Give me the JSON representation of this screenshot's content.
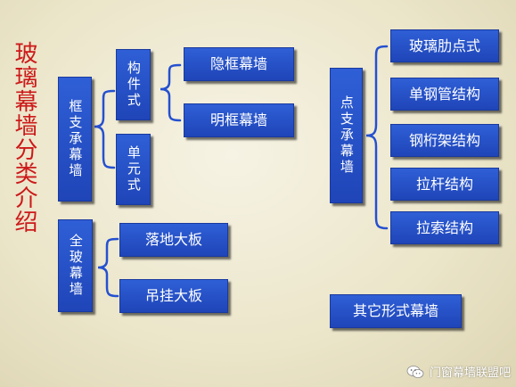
{
  "title": "玻璃幕墙分类介绍",
  "frame_supported": {
    "label": "框支承幕墙",
    "component": {
      "label": "构件式",
      "hidden_frame": "隐框幕墙",
      "exposed_frame": "明框幕墙"
    },
    "unitized": {
      "label": "单元式"
    }
  },
  "all_glass": {
    "label": "全玻幕墙",
    "floor_supported": "落地大板",
    "hanging": "吊挂大板"
  },
  "point_supported": {
    "label": "点支承幕墙",
    "items": [
      "玻璃肋点式",
      "单钢管结构",
      "钢桁架结构",
      "拉杆结构",
      "拉索结构"
    ]
  },
  "other": {
    "label": "其它形式幕墙"
  },
  "watermark": {
    "text": "门窗幕墙联盟吧",
    "icon": "wechat-icon"
  },
  "colors": {
    "box": "#2550d0",
    "title": "#cc1a1a",
    "background": "#f1edd7"
  }
}
